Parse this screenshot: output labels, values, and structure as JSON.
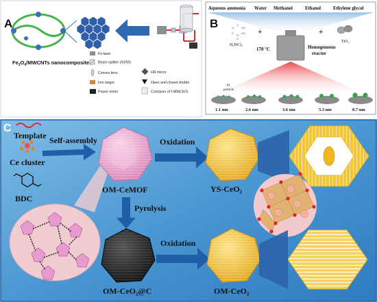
{
  "panel_a": {
    "letter": "A",
    "composite_label_prefix": "Fe",
    "composite_label_sub1": "3",
    "composite_label_mid": "O",
    "composite_label_sub2": "4",
    "composite_label_suffix": "/MWCNTs nanocomposite",
    "legend": [
      "Fs-laser",
      "Beam splitter (50/50)",
      "Convex lens",
      "Iron target",
      "Power meter",
      "HR mirror",
      "Open and closed shutter",
      "Container of f-MWCNTs"
    ]
  },
  "panel_b": {
    "letter": "B",
    "solvents": [
      "Aqueous ammonia",
      "Water",
      "Methanol",
      "Ethanol",
      "Ethylene glycol"
    ],
    "precursor": "H₂PtCl₆",
    "support": "TiO₂",
    "plus": "+",
    "temperature": "170 °C",
    "reactor": [
      "Homogeneous",
      "reactor"
    ],
    "pt_label": [
      "Pt",
      "particle"
    ],
    "sizes": [
      "1.1 nm",
      "2.6 nm",
      "3.6 nm",
      "5.3 nm",
      "8.7 nm"
    ]
  },
  "panel_c": {
    "letter": "C",
    "template": "Template",
    "self_assembly": "Self-assembly",
    "ce_cluster": "Ce cluster",
    "bdc": "BDC",
    "mof": "OM-CeMOF",
    "oxidation_top": "Oxidation",
    "oxidation_bottom": "Oxidation",
    "pyrolysis": "Pyrolysis",
    "ys": "YS-CeO₂",
    "om_c": "OM-CeO₂@C",
    "om": "OM-CeO₂"
  },
  "colors": {
    "blue_bg": "#5fa8dc",
    "blue_dark": "#1d6bb2",
    "arrow": "#2a6db5",
    "mof_pink": "#e9a8cf",
    "ceo2_gold": "#f2c232",
    "reactor_grey": "#9a9a9a"
  }
}
